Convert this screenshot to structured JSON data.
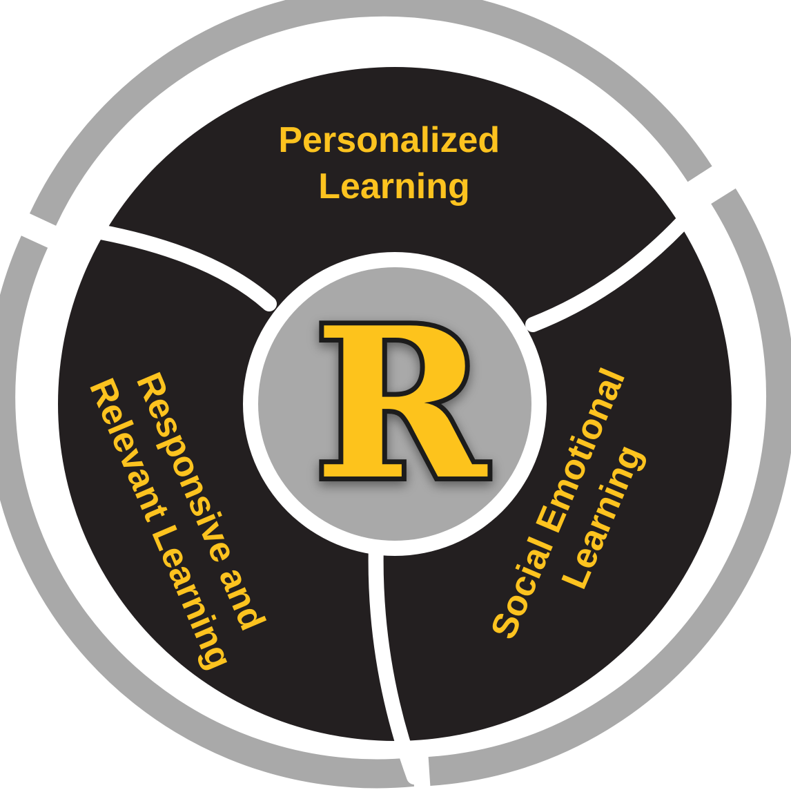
{
  "segments": [
    {
      "id": "personalized",
      "lines": [
        "Personalized",
        "Learning"
      ]
    },
    {
      "id": "social-emotional",
      "lines": [
        "Social Emotional",
        "Learning"
      ]
    },
    {
      "id": "responsive",
      "lines": [
        "Responsive and",
        "Relevant Learning"
      ]
    }
  ],
  "logo": {
    "letter": "R"
  },
  "colors": {
    "outer_ring": "#a9a9a9",
    "segment_fill": "#231f20",
    "hub_fill": "#a9a9a9",
    "label_text": "#fdc31f",
    "logo_fill": "#fdc31f",
    "logo_outline": "#1a1a1a",
    "separator": "#ffffff"
  },
  "icons": {
    "logo": "letter-r-logo"
  }
}
